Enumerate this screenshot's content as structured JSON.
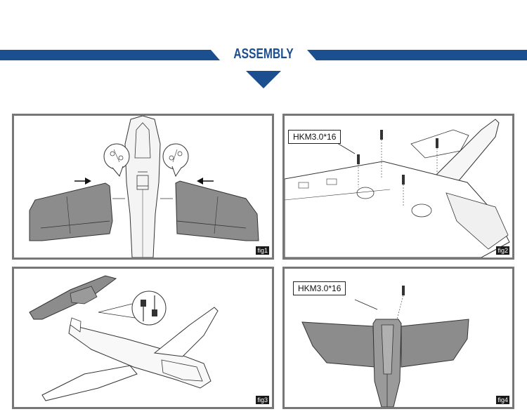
{
  "header": {
    "title": "ASSEMBLY",
    "accent": "#1b4f8f"
  },
  "panels": [
    {
      "fig": "fig1"
    },
    {
      "fig": "fig2",
      "callout": "HKM3.0*16"
    },
    {
      "fig": "fig3"
    },
    {
      "fig": "fig4",
      "callout": "HKM3.0*16"
    }
  ],
  "colors": {
    "wing_fill": "#8c8c8c",
    "line": "#333333",
    "border": "#777777"
  }
}
